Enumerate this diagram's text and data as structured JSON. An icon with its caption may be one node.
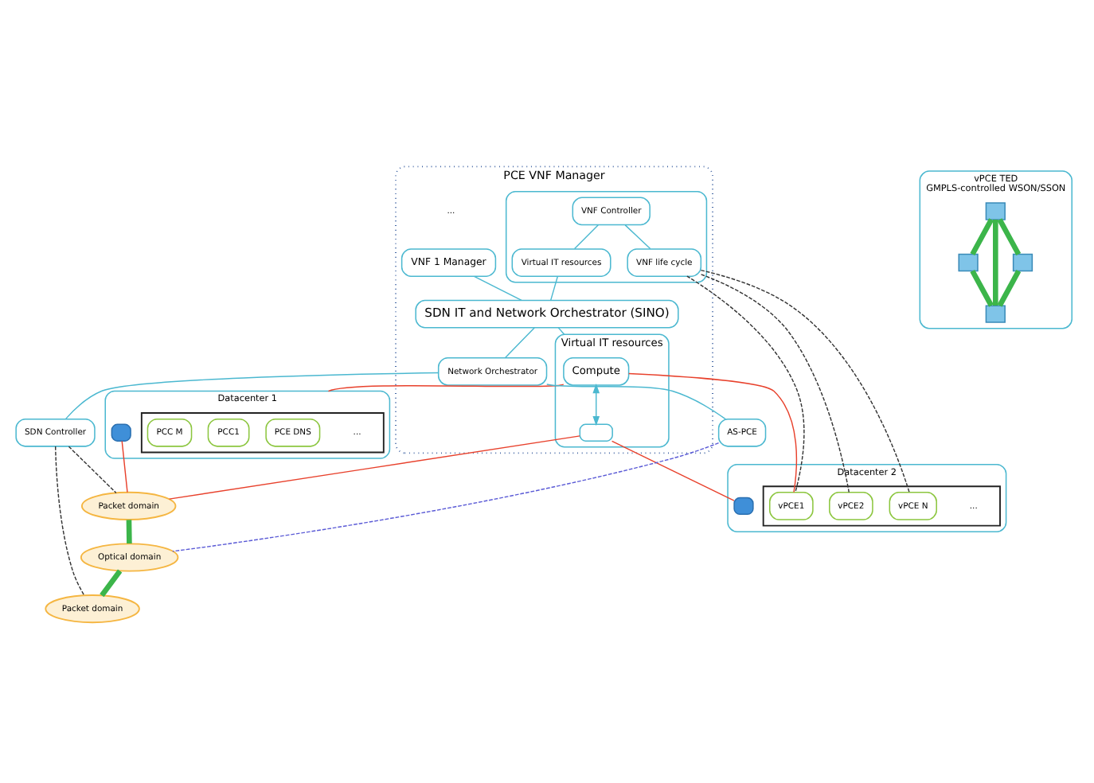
{
  "diagram": {
    "nodes": [
      {
        "text": [
          "PCE VNF Manager"
        ]
      },
      {
        "text": [
          "VNF 1 Manager"
        ],
        "in": 0
      },
      {
        "text": [],
        "shape": "box",
        "in": 0
      },
      {
        "text": [
          "VNF Controller"
        ],
        "in": 2
      },
      {
        "text": [
          "Virtual IT resources"
        ],
        "in": 2
      },
      {
        "text": [
          "VNF life cycle"
        ],
        "in": 2
      },
      {
        "text": [
          "SDN IT and Network Orchestrator (SINO)"
        ],
        "in": 0
      },
      {
        "text": [
          "Virtual IT resources"
        ],
        "in": 0
      },
      {
        "text": [
          "Compute"
        ],
        "in": 7
      },
      {
        "text": [],
        "shape": "box",
        "in": 7
      },
      {
        "text": [
          "Network Orchestrator"
        ],
        "in": 0
      },
      {
        "text": [
          "AS-PCE"
        ]
      },
      {
        "text": [
          "SDN Controller"
        ]
      },
      {
        "text": [
          "Datacenter 1"
        ]
      },
      {
        "text": [],
        "shape": "box",
        "in": 13
      },
      {
        "text": [
          "PCE DNS"
        ],
        "in": 14
      },
      {
        "text": [
          "PCC1"
        ],
        "in": 14
      },
      {
        "text": [
          "PCC M"
        ],
        "in": 14
      },
      {
        "text": [],
        "shape": "box",
        "in": 13
      },
      {
        "text": [
          "Packet domain"
        ]
      },
      {
        "text": [
          "Optical domain"
        ]
      },
      {
        "text": [
          "Packet domain"
        ]
      },
      {
        "text": [
          "Datacenter 2"
        ]
      },
      {
        "text": [],
        "shape": "box",
        "in": 22
      },
      {
        "text": [
          "vPCE1"
        ],
        "in": 23
      },
      {
        "text": [
          "vPCE2"
        ],
        "in": 23
      },
      {
        "text": [
          "vPCE N"
        ],
        "in": 23
      },
      {
        "text": [],
        "shape": "box",
        "in": 22
      },
      {
        "text": [
          "vPCE TED",
          "GMPLS-controlled WSON/SSON"
        ]
      },
      {
        "text": [],
        "shape": "box",
        "in": 28
      },
      {
        "text": [],
        "shape": "box",
        "in": 28
      },
      {
        "text": [],
        "shape": "box",
        "in": 28
      },
      {
        "text": [],
        "shape": "box",
        "in": 28
      }
    ],
    "edges": [
      {
        "from": 1,
        "to": 6,
        "arrow": "none"
      },
      {
        "from": 3,
        "to": 4,
        "arrow": "none"
      },
      {
        "from": 3,
        "to": 5,
        "arrow": "none"
      },
      {
        "from": 4,
        "to": 6,
        "arrow": "none"
      },
      {
        "from": 6,
        "to": 7,
        "arrow": "none"
      },
      {
        "from": 6,
        "to": 10,
        "arrow": "none"
      },
      {
        "from": 8,
        "to": 9,
        "arrow": "both"
      },
      {
        "from": 10,
        "to": 11,
        "arrow": "none"
      },
      {
        "from": 10,
        "to": 12,
        "arrow": "none"
      },
      {
        "from": 8,
        "to": 13,
        "arrow": "none",
        "color": "#e8412c"
      },
      {
        "from": 8,
        "to": 24,
        "arrow": "none",
        "color": "#e8412c"
      },
      {
        "from": 9,
        "to": 19,
        "arrow": "none",
        "color": "#e8412c"
      },
      {
        "from": 9,
        "to": 27,
        "arrow": "none",
        "color": "#e8412c"
      },
      {
        "from": 18,
        "to": 19,
        "arrow": "none",
        "color": "#e8412c"
      },
      {
        "from": 5,
        "to": 24,
        "arrow": "none",
        "style": "dashed",
        "color": "#333333"
      },
      {
        "from": 5,
        "to": 25,
        "arrow": "none",
        "style": "dashed",
        "color": "#333333"
      },
      {
        "from": 5,
        "to": 26,
        "arrow": "none",
        "style": "dashed",
        "color": "#333333"
      },
      {
        "from": 12,
        "to": 19,
        "arrow": "none",
        "style": "dashed",
        "color": "#333333"
      },
      {
        "from": 12,
        "to": 21,
        "arrow": "none",
        "style": "dashed",
        "color": "#333333"
      },
      {
        "from": 11,
        "to": 20,
        "arrow": "none",
        "style": "dashed",
        "color": "#5b5bd6"
      },
      {
        "from": 19,
        "to": 20,
        "arrow": "none",
        "style": "thick",
        "color": "#3cb54a"
      },
      {
        "from": 20,
        "to": 21,
        "arrow": "none",
        "style": "thick",
        "color": "#3cb54a"
      },
      {
        "from": 30,
        "to": 29,
        "arrow": "none",
        "style": "thick",
        "color": "#3cb54a"
      },
      {
        "from": 29,
        "to": 31,
        "arrow": "none",
        "style": "thick",
        "color": "#3cb54a"
      },
      {
        "from": 30,
        "to": 31,
        "arrow": "none",
        "style": "thick",
        "color": "#3cb54a"
      },
      {
        "from": 30,
        "to": 32,
        "arrow": "none",
        "style": "thick",
        "color": "#3cb54a"
      },
      {
        "from": 32,
        "to": 31,
        "arrow": "none",
        "style": "thick",
        "color": "#3cb54a"
      }
    ],
    "labels": [
      "...",
      "...",
      "..."
    ]
  }
}
